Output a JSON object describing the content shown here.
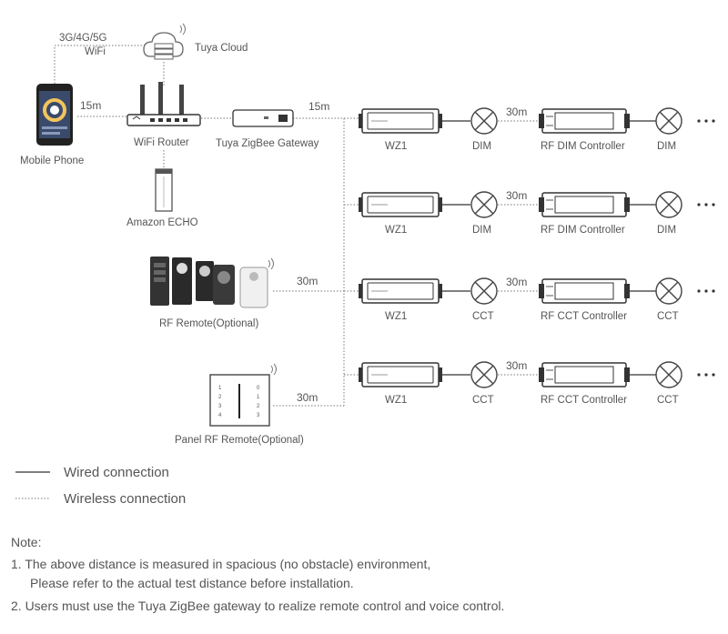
{
  "sources": {
    "cloud_networks": "3G/4G/5G",
    "cloud_wifi": "WiFi",
    "tuya_cloud": "Tuya Cloud",
    "mobile_phone": "Mobile Phone",
    "wifi_router": "WiFi Router",
    "gateway": "Tuya ZigBee Gateway",
    "amazon_echo": "Amazon ECHO",
    "rf_remote": "RF Remote(Optional)",
    "panel_remote": "Panel RF Remote(Optional)",
    "dist_phone_router": "15m",
    "dist_gateway_bus": "15m",
    "dist_rf_remote": "30m",
    "dist_panel_remote": "30m"
  },
  "rows": [
    {
      "module": "WZ1",
      "load1": "DIM",
      "dist": "30m",
      "controller": "RF DIM Controller",
      "load2": "DIM"
    },
    {
      "module": "WZ1",
      "load1": "DIM",
      "dist": "30m",
      "controller": "RF DIM Controller",
      "load2": "DIM"
    },
    {
      "module": "WZ1",
      "load1": "CCT",
      "dist": "30m",
      "controller": "RF CCT Controller",
      "load2": "CCT"
    },
    {
      "module": "WZ1",
      "load1": "CCT",
      "dist": "30m",
      "controller": "RF CCT Controller",
      "load2": "CCT"
    }
  ],
  "panel_digits": [
    "1",
    "2",
    "3",
    "4",
    "0",
    "1",
    "2",
    "3"
  ],
  "legend": {
    "wired": "Wired connection",
    "wireless": "Wireless connection"
  },
  "notes": {
    "heading": "Note:",
    "line1": "1. The above distance is measured in spacious (no obstacle) environment,",
    "line1b": "Please refer to the actual test distance before installation.",
    "line2": "2. Users must use the Tuya ZigBee gateway to realize remote control and voice control."
  },
  "colors": {
    "line": "#555555",
    "device_dark": "#333333",
    "device_light": "#e6e6e6"
  }
}
